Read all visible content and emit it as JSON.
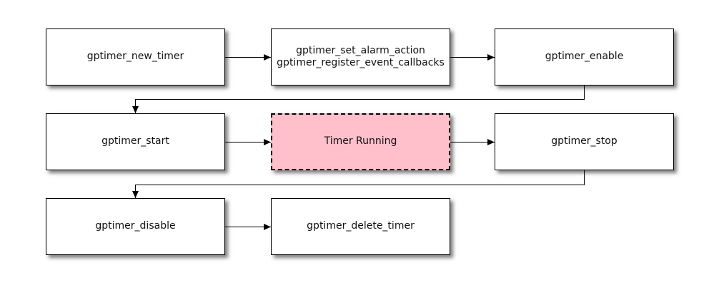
{
  "diagram": {
    "type": "flowchart",
    "background_color": "#ffffff",
    "colors": {
      "node_fill": "#ffffff",
      "node_border": "#000000",
      "highlight_fill": "#ffc0cb",
      "edge_color": "#000000",
      "text_color": "#111111"
    },
    "nodes": [
      {
        "id": "gptimer_new_timer",
        "label": "gptimer_new_timer",
        "style": "solid"
      },
      {
        "id": "gptimer_config",
        "label": "gptimer_set_alarm_action\ngptimer_register_event_callbacks",
        "style": "solid"
      },
      {
        "id": "gptimer_enable",
        "label": "gptimer_enable",
        "style": "solid"
      },
      {
        "id": "gptimer_start",
        "label": "gptimer_start",
        "style": "solid"
      },
      {
        "id": "timer_running",
        "label": "Timer Running",
        "style": "dashed-highlight"
      },
      {
        "id": "gptimer_stop",
        "label": "gptimer_stop",
        "style": "solid"
      },
      {
        "id": "gptimer_disable",
        "label": "gptimer_disable",
        "style": "solid"
      },
      {
        "id": "gptimer_delete_timer",
        "label": "gptimer_delete_timer",
        "style": "solid"
      }
    ],
    "edges": [
      {
        "from": "gptimer_new_timer",
        "to": "gptimer_config"
      },
      {
        "from": "gptimer_config",
        "to": "gptimer_enable"
      },
      {
        "from": "gptimer_enable",
        "to": "gptimer_start"
      },
      {
        "from": "gptimer_start",
        "to": "timer_running"
      },
      {
        "from": "timer_running",
        "to": "gptimer_stop"
      },
      {
        "from": "gptimer_stop",
        "to": "gptimer_disable"
      },
      {
        "from": "gptimer_disable",
        "to": "gptimer_delete_timer"
      }
    ]
  }
}
